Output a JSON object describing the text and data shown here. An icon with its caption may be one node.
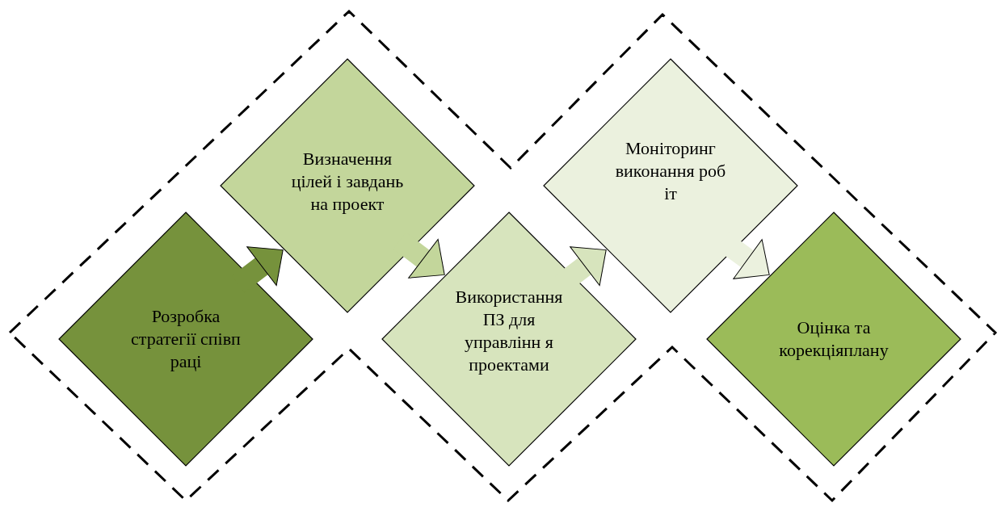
{
  "diagram": {
    "nodes": [
      {
        "text": [
          "Розробка стратегії співп раці"
        ]
      },
      {
        "text": [
          "Визначення цілей і завдань на проект"
        ]
      },
      {
        "text": [
          "Використання ПЗ для управлінн я проектами"
        ]
      },
      {
        "text": [
          "Моніторинг виконання роб іт"
        ]
      },
      {
        "text": [
          "Оцінка та корекціяплану"
        ]
      }
    ],
    "edges": [
      {
        "from": 0,
        "to": 1,
        "arrow": "to",
        "color": "#76923c"
      },
      {
        "from": 1,
        "to": 2,
        "arrow": "to",
        "color": "#c3d69b"
      },
      {
        "from": 2,
        "to": 3,
        "arrow": "to",
        "color": "#d7e4bd"
      },
      {
        "from": 3,
        "to": 4,
        "arrow": "to",
        "color": "#ebf1de"
      }
    ]
  }
}
